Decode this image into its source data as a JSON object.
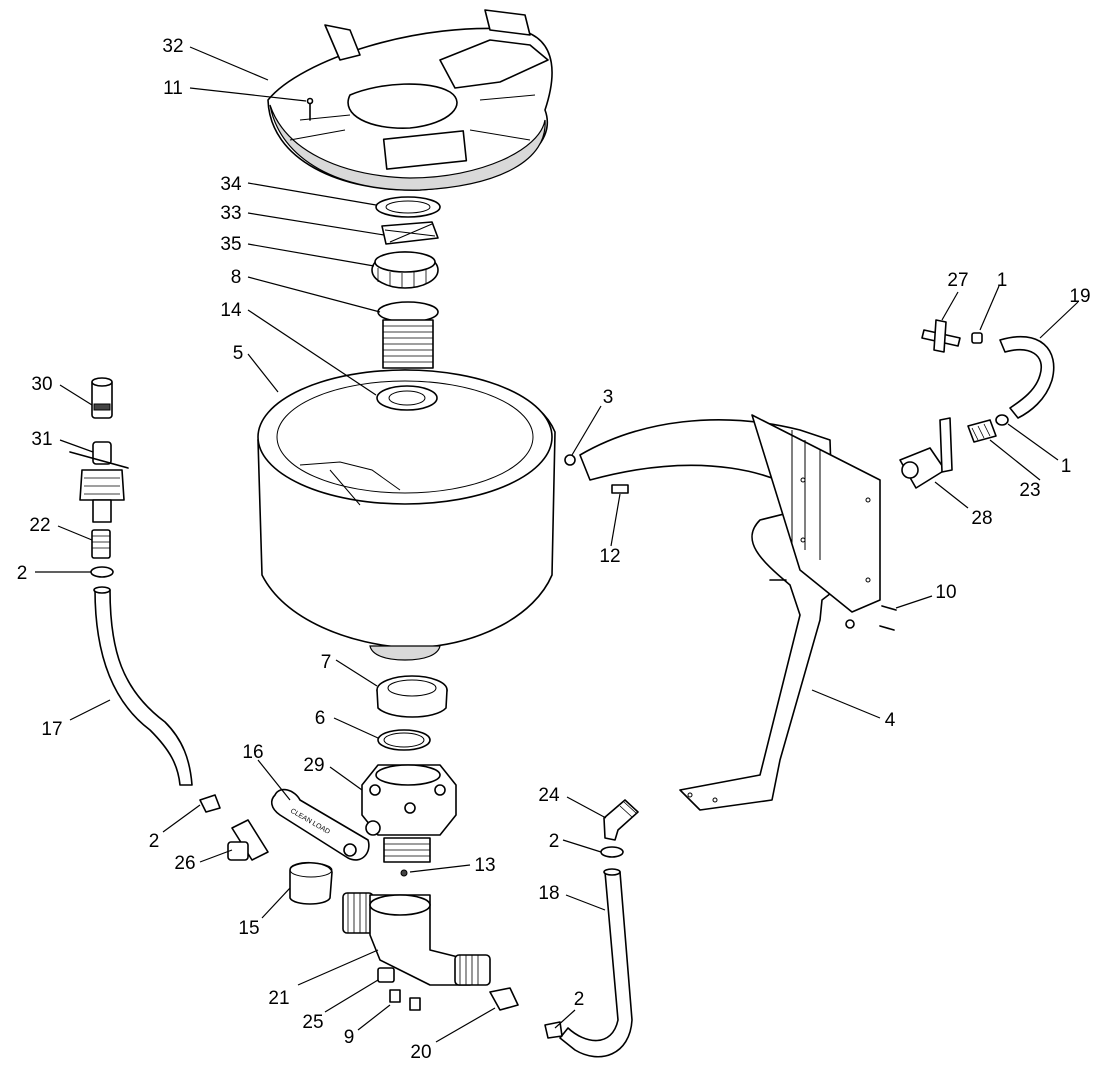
{
  "callouts": [
    {
      "id": "c32",
      "label": "32"
    },
    {
      "id": "c11",
      "label": "11"
    },
    {
      "id": "c34",
      "label": "34"
    },
    {
      "id": "c33",
      "label": "33"
    },
    {
      "id": "c35",
      "label": "35"
    },
    {
      "id": "c8",
      "label": "8"
    },
    {
      "id": "c14",
      "label": "14"
    },
    {
      "id": "c5",
      "label": "5"
    },
    {
      "id": "c30",
      "label": "30"
    },
    {
      "id": "c31",
      "label": "31"
    },
    {
      "id": "c22",
      "label": "22"
    },
    {
      "id": "c2a",
      "label": "2"
    },
    {
      "id": "c17",
      "label": "17"
    },
    {
      "id": "c2b",
      "label": "2"
    },
    {
      "id": "c26",
      "label": "26"
    },
    {
      "id": "c16",
      "label": "16"
    },
    {
      "id": "c15",
      "label": "15"
    },
    {
      "id": "c7",
      "label": "7"
    },
    {
      "id": "c6",
      "label": "6"
    },
    {
      "id": "c29",
      "label": "29"
    },
    {
      "id": "c13",
      "label": "13"
    },
    {
      "id": "c21",
      "label": "21"
    },
    {
      "id": "c25",
      "label": "25"
    },
    {
      "id": "c9",
      "label": "9"
    },
    {
      "id": "c20",
      "label": "20"
    },
    {
      "id": "c24",
      "label": "24"
    },
    {
      "id": "c2c",
      "label": "2"
    },
    {
      "id": "c18",
      "label": "18"
    },
    {
      "id": "c2d",
      "label": "2"
    },
    {
      "id": "c3",
      "label": "3"
    },
    {
      "id": "c12",
      "label": "12"
    },
    {
      "id": "c27",
      "label": "27"
    },
    {
      "id": "c1a",
      "label": "1"
    },
    {
      "id": "c19",
      "label": "19"
    },
    {
      "id": "c1b",
      "label": "1"
    },
    {
      "id": "c23",
      "label": "23"
    },
    {
      "id": "c28",
      "label": "28"
    },
    {
      "id": "c10",
      "label": "10"
    },
    {
      "id": "c4",
      "label": "4"
    }
  ],
  "brand_text": "CLEAN LOAD"
}
